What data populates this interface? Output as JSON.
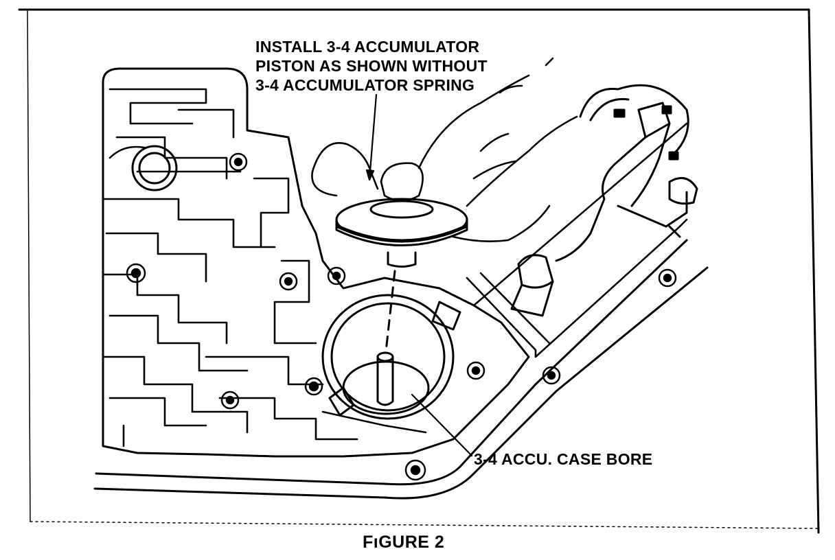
{
  "callouts": {
    "piston_line1": "INSTALL 3-4 ACCUMULATOR",
    "piston_line2": "PISTON AS SHOWN WITHOUT",
    "piston_line3": "3-4 ACCUMULATOR SPRING",
    "case_bore": "3-4 ACCU. CASE BORE"
  },
  "caption": "FıGURE 2",
  "colors": {
    "ink": "#000000",
    "paper": "#ffffff"
  }
}
